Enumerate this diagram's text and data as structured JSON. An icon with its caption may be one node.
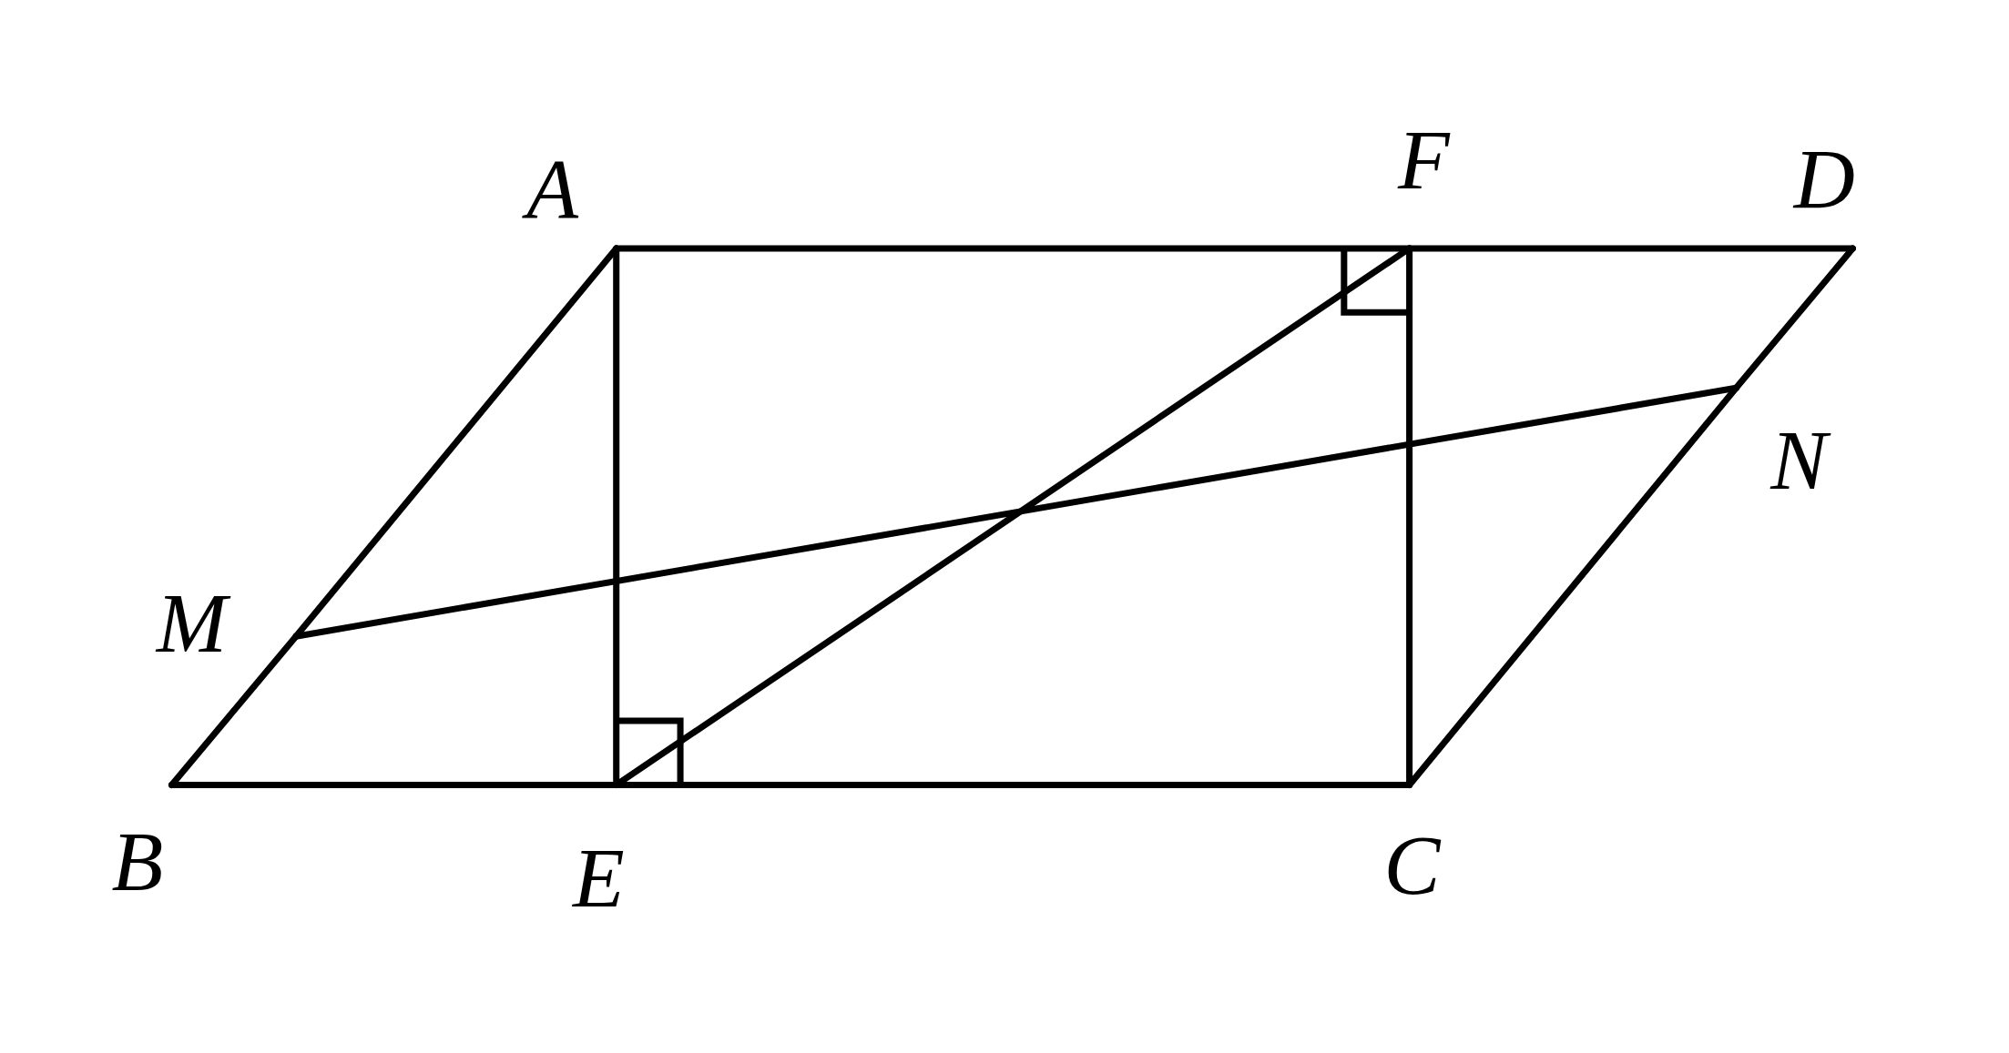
{
  "diagram": {
    "nodes": [
      {
        "text": [
          "A"
        ]
      },
      {
        "text": [
          "F"
        ]
      },
      {
        "text": [
          "D"
        ]
      },
      {
        "text": [
          "N"
        ]
      },
      {
        "text": [
          "M"
        ]
      },
      {
        "text": [
          "B"
        ]
      },
      {
        "text": [
          "E"
        ]
      },
      {
        "text": [
          "C"
        ]
      }
    ],
    "edges": [
      {
        "from": 0,
        "to": 4,
        "arrow": "none"
      },
      {
        "from": 4,
        "to": 5,
        "arrow": "none"
      },
      {
        "from": 5,
        "to": 6,
        "arrow": "none"
      },
      {
        "from": 6,
        "to": 7,
        "arrow": "none"
      },
      {
        "from": 7,
        "to": 3,
        "arrow": "none"
      },
      {
        "from": 3,
        "to": 2,
        "arrow": "none"
      },
      {
        "from": 2,
        "to": 1,
        "arrow": "none"
      },
      {
        "from": 1,
        "to": 0,
        "arrow": "none"
      },
      {
        "from": 0,
        "to": 6,
        "arrow": "none"
      },
      {
        "from": 1,
        "to": 7,
        "arrow": "none"
      },
      {
        "from": 6,
        "to": 1,
        "arrow": "none"
      },
      {
        "from": 4,
        "to": 3,
        "arrow": "none"
      }
    ]
  }
}
